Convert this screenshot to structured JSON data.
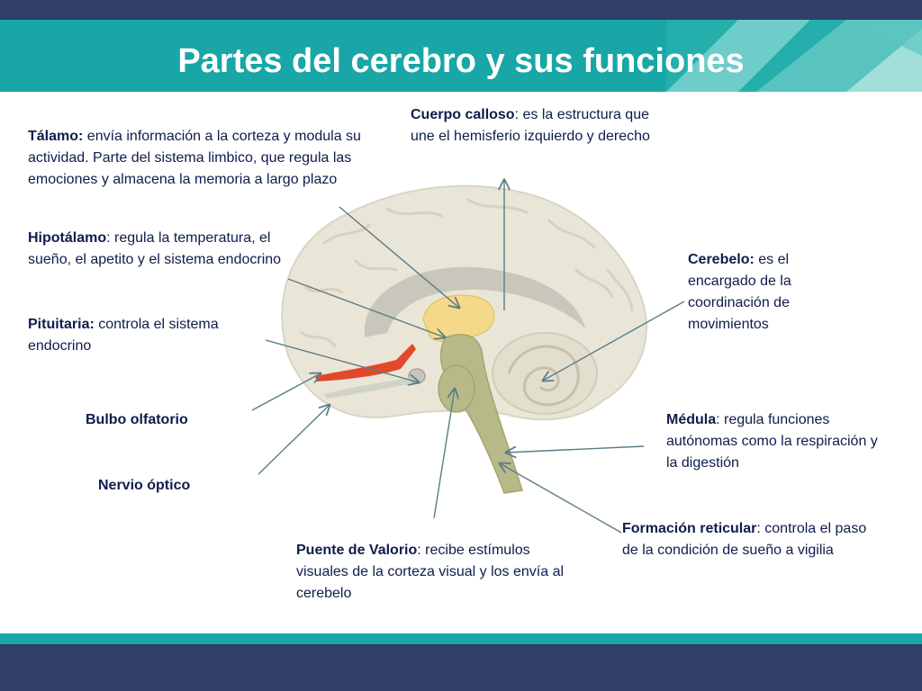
{
  "title": "Partes del cerebro y sus funciones",
  "colors": {
    "navy": "#2f3f67",
    "teal": "#18a6a6",
    "text": "#0f1c4c",
    "brain": "#e9e6d8",
    "thalamus": "#f5d98a",
    "brainstem": "#b7b988",
    "olfactory": "#e2482b",
    "arrow": "#5b7c86"
  },
  "labels": {
    "talamo": {
      "term": "Tálamo:",
      "desc": " envía información a la corteza y modula su actividad. Parte del sistema limbico, que regula  las emociones y almacena la memoria a largo plazo"
    },
    "hipotalamo": {
      "term": "Hipotálamo",
      "desc": ": regula la temperatura, el sueño, el apetito y el sistema endocrino"
    },
    "pituitaria": {
      "term": "Pituitaria:",
      "desc": " controla el sistema endocrino"
    },
    "bulbo": {
      "term": "Bulbo olfatorio"
    },
    "nervio": {
      "term": "Nervio óptico"
    },
    "cuerpo_calloso": {
      "term": "Cuerpo calloso",
      "desc": ": es la estructura que une el hemisferio izquierdo y derecho"
    },
    "cerebelo": {
      "term": "Cerebelo:",
      "desc": " es el encargado de la coordinación de movimientos"
    },
    "medula": {
      "term": "Médula",
      "desc": ": regula funciones autónomas como la respiración  y la digestión"
    },
    "formacion": {
      "term": "Formación reticular",
      "desc": ": controla el paso de la condición de sueño a vigilia"
    },
    "puente": {
      "term": "Puente de Valorio",
      "desc": ": recibe estímulos visuales de la corteza visual y los envía al cerebelo"
    }
  }
}
